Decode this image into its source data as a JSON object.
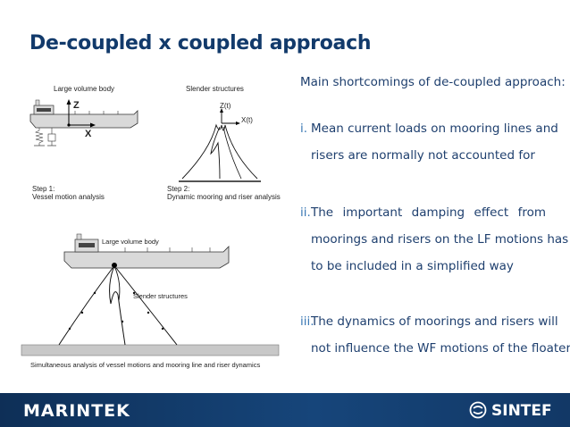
{
  "slide": {
    "title": "De-coupled x coupled approach"
  },
  "figure_top": {
    "left_label": "Large volume body",
    "right_label": "Slender structures",
    "z_axis": "Z",
    "x_axis": "X",
    "z_t": "Z(t)",
    "x_t": "X(t)",
    "step1_title": "Step 1:",
    "step1_desc": "Vessel motion analysis",
    "step2_title": "Step 2:",
    "step2_desc": "Dynamic mooring and riser analysis"
  },
  "figure_bottom": {
    "body_label": "Large volume body",
    "slender_label": "Slender structures",
    "caption": "Simultaneous analysis of vessel motions and mooring line and riser dynamics"
  },
  "right_panel": {
    "intro": "Main shortcomings of de-coupled approach:",
    "items": [
      {
        "num": "i.",
        "line1": "Mean current loads on mooring lines and",
        "line2": "risers are normally not accounted for"
      },
      {
        "num": "ii.",
        "line1": "The important damping effect from",
        "line2": "moorings and risers on the LF motions has",
        "line3": "to be included in a simplified way"
      },
      {
        "num": "iii.",
        "line1": "The dynamics of moorings and risers will",
        "line2": "not influence the WF motions of the floater"
      }
    ]
  },
  "footer": {
    "left_brand": "MARINTEK",
    "right_brand": "SINTEF"
  },
  "colors": {
    "title": "#123a6b",
    "body_text": "#1e3f6e",
    "number_accent": "#3a78b5",
    "footer_bg": "#123866"
  }
}
